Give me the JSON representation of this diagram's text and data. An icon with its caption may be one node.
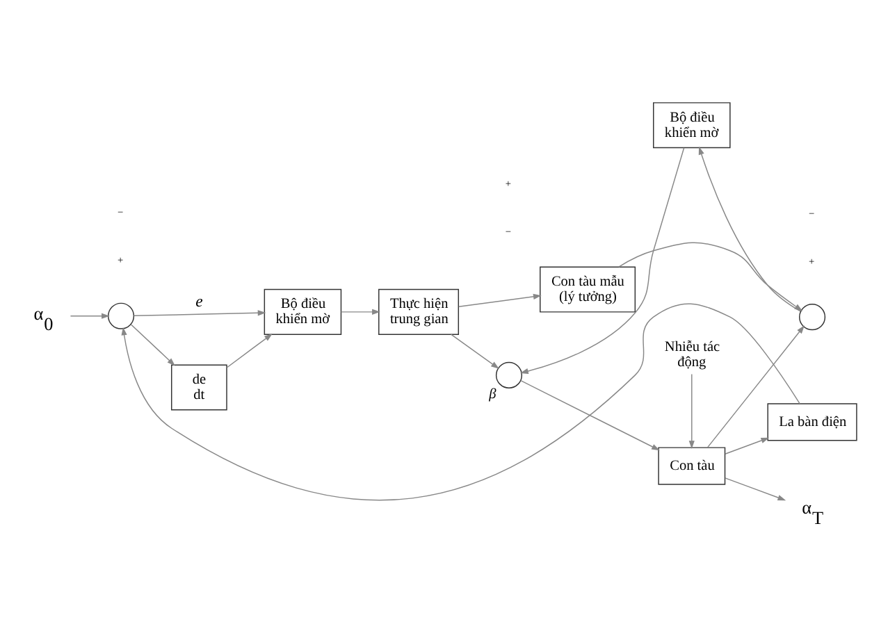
{
  "diagram": {
    "nodes": [
      {
        "text": [
          "α$_{0}$"
        ]
      },
      {
        "text": [],
        "shape": "circle"
      },
      {
        "text": [
          "de",
          "dt"
        ]
      },
      {
        "text": [
          "Bộ điều khiển mờ"
        ]
      },
      {
        "text": [
          "Thực hiện trung gian"
        ]
      },
      {
        "text": [],
        "shape": "circle",
        "beside": [
          "β"
        ]
      },
      {
        "text": [
          "Con tàu"
        ]
      },
      {
        "text": [
          "Bộ điều khiển mờ"
        ]
      },
      {
        "text": [
          "Nhiễu tác động"
        ]
      },
      {
        "text": [
          "α$_{T}$"
        ]
      },
      {
        "text": [],
        "shape": "circle"
      },
      {
        "text": [
          "Con tàu mẫu (lý tưởng)"
        ]
      },
      {
        "text": [
          "La bàn điện"
        ]
      }
    ],
    "edges": [
      {
        "from": 0,
        "to": 1,
        "arrow": "to"
      },
      {
        "from": 1,
        "to": 3,
        "arrow": "to",
        "label": "e"
      },
      {
        "from": 1,
        "to": 2,
        "arrow": "to"
      },
      {
        "from": 2,
        "to": 3,
        "arrow": "to"
      },
      {
        "from": 3,
        "to": 4,
        "arrow": "to"
      },
      {
        "from": 4,
        "to": 5,
        "arrow": "to"
      },
      {
        "from": 4,
        "to": 11,
        "arrow": "to"
      },
      {
        "from": 7,
        "to": 5,
        "arrow": "to"
      },
      {
        "from": 8,
        "to": 6,
        "arrow": "to"
      },
      {
        "from": 5,
        "to": 6,
        "arrow": "to"
      },
      {
        "from": 6,
        "to": 9,
        "arrow": "to"
      },
      {
        "from": 6,
        "to": 10,
        "arrow": "to"
      },
      {
        "from": 6,
        "to": 12,
        "arrow": "to"
      },
      {
        "from": 11,
        "to": 10,
        "arrow": "to"
      },
      {
        "from": 10,
        "to": 7,
        "arrow": "to"
      },
      {
        "from": 12,
        "to": 1,
        "arrow": "to"
      }
    ],
    "labels": [
      "+",
      "−",
      "−",
      "+",
      "+",
      "−"
    ]
  }
}
